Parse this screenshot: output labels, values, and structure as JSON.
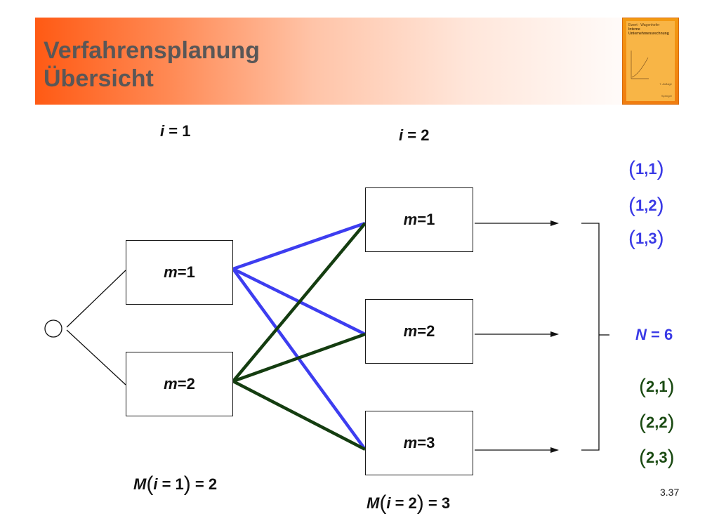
{
  "header": {
    "title_line1": "Verfahrensplanung",
    "title_line2": "Übersicht"
  },
  "book_cover": {
    "authors": "Ewert · Wagenhofer",
    "title_line1": "Interne",
    "title_line2": "Unternehmensrechnung",
    "edition": "7. Auflage",
    "publisher": "Springer"
  },
  "diagram": {
    "stage1_label": {
      "var": "i",
      "op": " = ",
      "val": "1"
    },
    "stage2_label": {
      "var": "i",
      "op": " = ",
      "val": "2"
    },
    "stage1_nodes": [
      {
        "var": "m",
        "op": " = ",
        "val": "1"
      },
      {
        "var": "m",
        "op": " = ",
        "val": "2"
      }
    ],
    "stage2_nodes": [
      {
        "var": "m",
        "op": " = ",
        "val": "1"
      },
      {
        "var": "m",
        "op": " = ",
        "val": "2"
      },
      {
        "var": "m",
        "op": " = ",
        "val": "3"
      }
    ],
    "count1": {
      "M": "M",
      "open": "(",
      "var": "i",
      "op": " = ",
      "val": "1",
      "close": ")",
      "eq": " = ",
      "res": "2"
    },
    "count2": {
      "M": "M",
      "open": "(",
      "var": "i",
      "op": " = ",
      "val": "2",
      "close": ")",
      "eq": " = ",
      "res": "3"
    },
    "total": {
      "var": "N",
      "op": " = ",
      "val": "6"
    },
    "pairs_blue": [
      {
        "open": "(",
        "text": "1,1",
        "close": ")"
      },
      {
        "open": "(",
        "text": "1,2",
        "close": ")"
      },
      {
        "open": "(",
        "text": "1,3",
        "close": ")"
      }
    ],
    "pairs_green": [
      {
        "open": "(",
        "text": "2,1",
        "close": ")"
      },
      {
        "open": "(",
        "text": "2,2",
        "close": ")"
      },
      {
        "open": "(",
        "text": "2,3",
        "close": ")"
      }
    ]
  },
  "colors": {
    "blue_edges": "#3d3df0",
    "green_edges": "#143d10",
    "title_text": "#595757",
    "banner_orange": "#ff5a14"
  },
  "footer": {
    "page_number": "3.37"
  }
}
